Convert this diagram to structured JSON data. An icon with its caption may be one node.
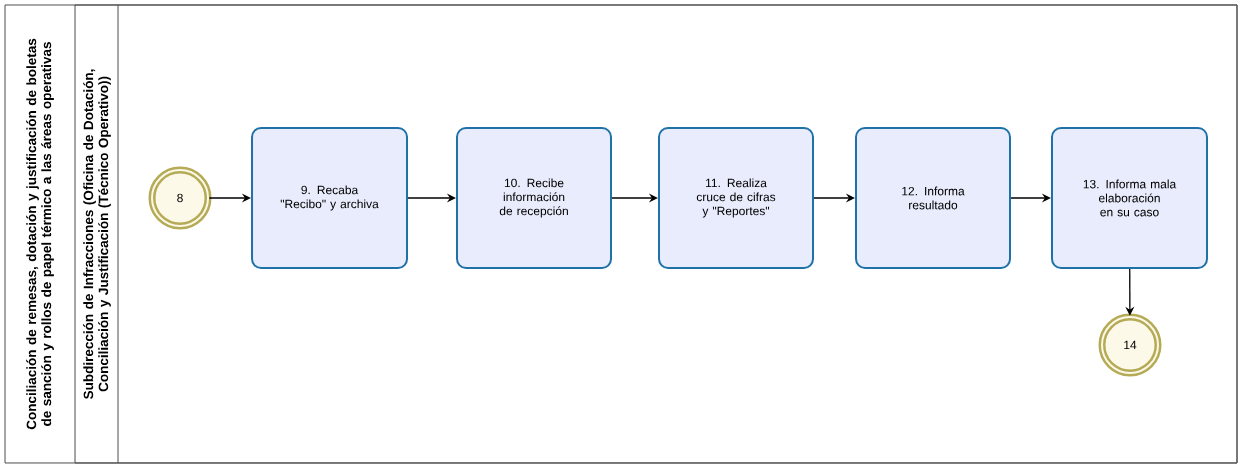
{
  "diagram": {
    "nodes": [
      {
        "text": [
          "Conciliación de remesas, dotación y justificación de boletas de sanción y rollos de papel térmico a las áreas operativas"
        ]
      },
      {
        "text": [
          "Subdirección de Infracciones (Oficina de Dotación, Conciliación y Justificación (Técnico Operativo))"
        ],
        "in": 0
      },
      {
        "text": [
          "8"
        ],
        "in": 1
      },
      {
        "text": [
          "9. Recaba \"Recibo\" y archiva"
        ],
        "in": 1
      },
      {
        "text": [
          "10.  Recibe información de recepción"
        ],
        "in": 1
      },
      {
        "text": [
          "11. Realiza cruce de cifras y \"Reportes\""
        ],
        "in": 1
      },
      {
        "text": [
          "12. Informa resultado"
        ],
        "in": 1
      },
      {
        "text": [
          "13. Informa mala elaboración en su caso"
        ],
        "in": 1
      },
      {
        "text": [
          "14"
        ],
        "in": 1
      }
    ],
    "edges": [
      {
        "from": 2,
        "to": 3,
        "arrow": "to"
      },
      {
        "from": 3,
        "to": 4,
        "arrow": "to"
      },
      {
        "from": 4,
        "to": 5,
        "arrow": "to"
      },
      {
        "from": 5,
        "to": 6,
        "arrow": "to"
      },
      {
        "from": 6,
        "to": 7,
        "arrow": "to"
      },
      {
        "from": 7,
        "to": 8,
        "arrow": "to"
      }
    ]
  }
}
